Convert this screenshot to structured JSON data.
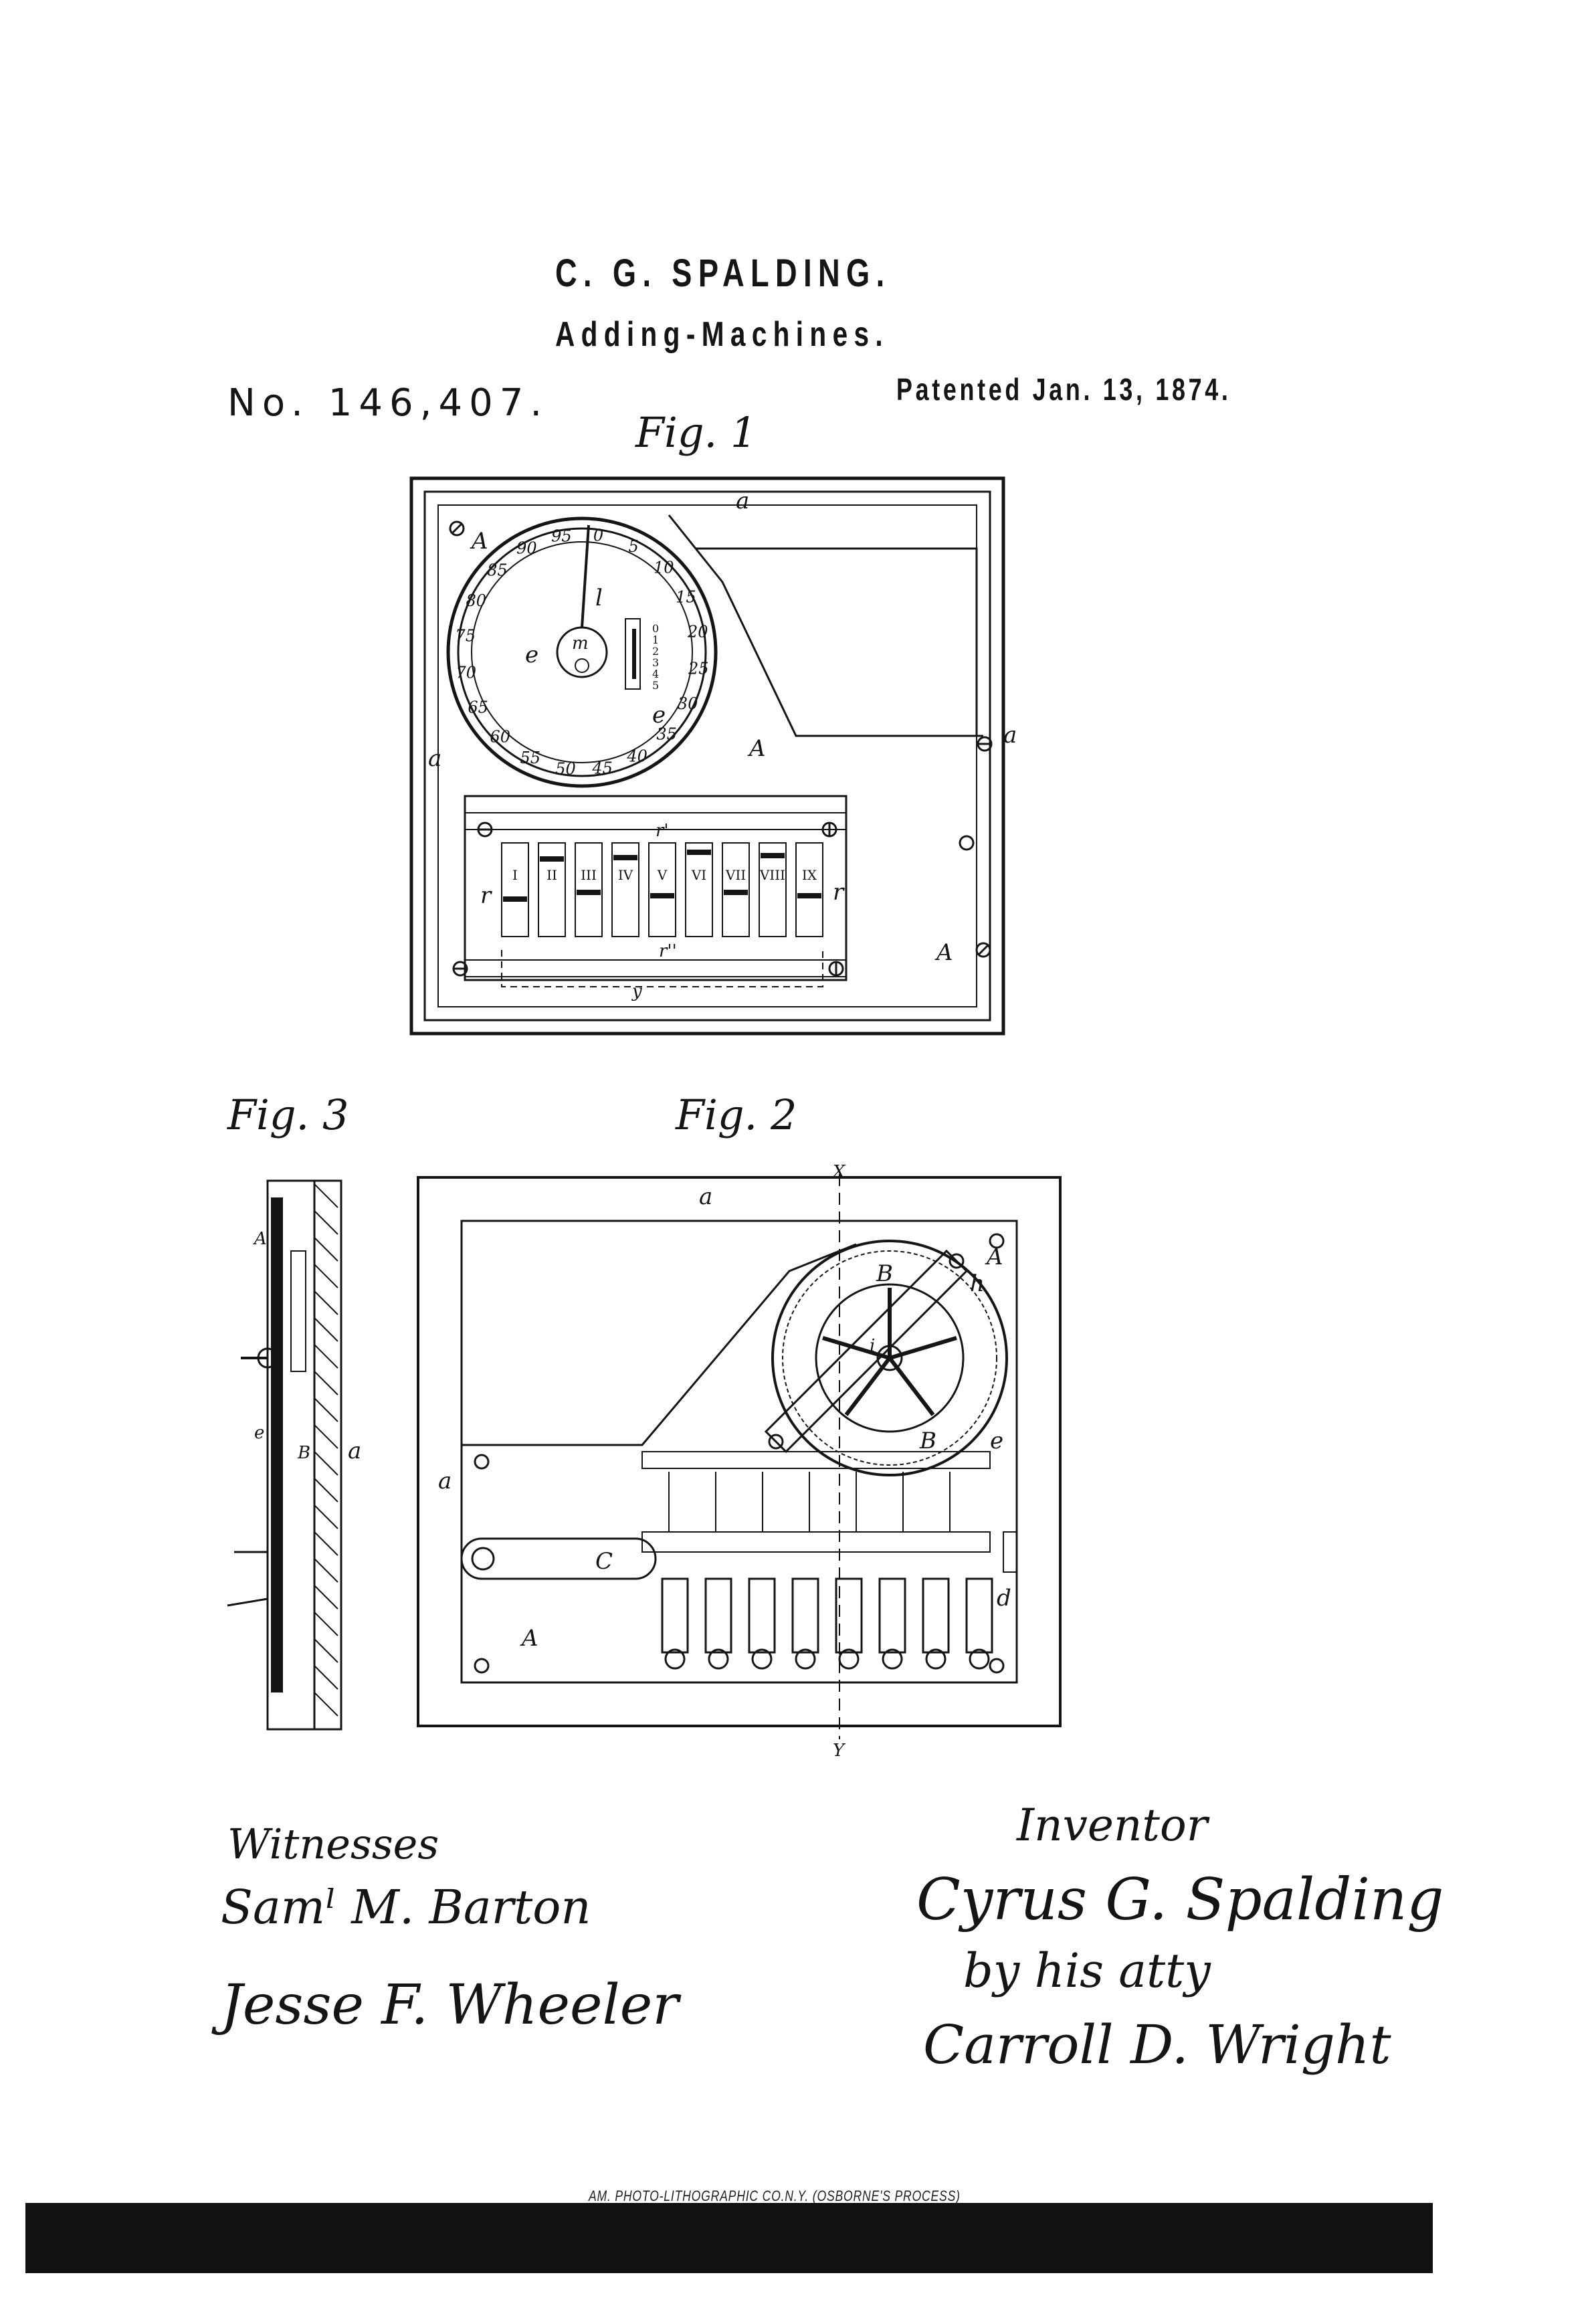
{
  "header": {
    "inventor": "C. G. SPALDING.",
    "title": "Adding-Machines.",
    "patent_number": "No. 146,407.",
    "date": "Patented Jan. 13, 1874."
  },
  "figures": {
    "fig1_label": "Fig. 1",
    "fig2_label": "Fig. 2",
    "fig3_label": "Fig. 3",
    "fig1": {
      "roman_numerals": [
        "I",
        "II",
        "III",
        "IV",
        "V",
        "VI",
        "VII",
        "VIII",
        "IX"
      ],
      "dial_numbers": [
        "95",
        "0",
        "5",
        "10",
        "15",
        "20",
        "25",
        "30",
        "35",
        "40",
        "45",
        "50",
        "55",
        "60",
        "65",
        "70",
        "75",
        "80",
        "85",
        "90"
      ],
      "small_scale": [
        "0",
        "1",
        "2",
        "3",
        "4",
        "5"
      ]
    },
    "fig2": {
      "section_top": "X",
      "section_bottom": "Y"
    }
  },
  "witnesses": {
    "heading": "Witnesses",
    "names": [
      "Samˡ M. Barton",
      "Jesse F. Wheeler"
    ]
  },
  "inventor_block": {
    "heading": "Inventor",
    "name": "Cyrus G. Spalding",
    "by_line": "by his atty",
    "attorney": "Carroll D. Wright"
  },
  "footer": {
    "lithographer": "AM. PHOTO-LITHOGRAPHIC CO.N.Y. (OSBORNE'S PROCESS)"
  }
}
